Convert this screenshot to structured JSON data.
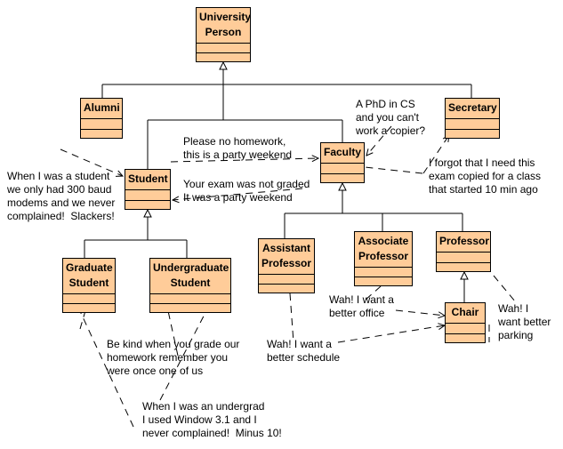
{
  "classes": [
    {
      "id": "university-person",
      "name": "University Person"
    },
    {
      "id": "alumni",
      "name": "Alumni"
    },
    {
      "id": "student",
      "name": "Student"
    },
    {
      "id": "faculty",
      "name": "Faculty"
    },
    {
      "id": "secretary",
      "name": "Secretary"
    },
    {
      "id": "graduate-student",
      "name": "Graduate Student"
    },
    {
      "id": "undergraduate-student",
      "name": "Undergraduate Student"
    },
    {
      "id": "assistant-professor",
      "name": "Assistant Professor"
    },
    {
      "id": "associate-professor",
      "name": "Associate Professor"
    },
    {
      "id": "professor",
      "name": "Professor"
    },
    {
      "id": "chair",
      "name": "Chair"
    }
  ],
  "notes": [
    {
      "id": "alumni-note",
      "text": "When I was a student\nwe only had 300 baud\nmodems and we never\ncomplained!  Slackers!"
    },
    {
      "id": "student-homework-note",
      "text": "Please no homework,\nthis is a party weekend"
    },
    {
      "id": "exam-note",
      "text": "Your exam was not graded\nIt was a party weekend"
    },
    {
      "id": "copier-note",
      "text": "A PhD in CS\nand you can't\nwork a copier?"
    },
    {
      "id": "secretary-note",
      "text": "I forgot that I need this\nexam copied for a class\nthat started 10 min ago"
    },
    {
      "id": "office-note",
      "text": "Wah! I want a\nbetter office"
    },
    {
      "id": "parking-note",
      "text": "Wah! I\nwant better\nparking"
    },
    {
      "id": "schedule-note",
      "text": "Wah! I want a\nbetter schedule"
    },
    {
      "id": "grading-note",
      "text": "Be kind when you grade our\nhomework remember you\nwere once one of us"
    },
    {
      "id": "undergrad-note",
      "text": "When I was an undergrad\nI used Window 3.1 and I\nnever complained!  Minus 10!"
    }
  ]
}
